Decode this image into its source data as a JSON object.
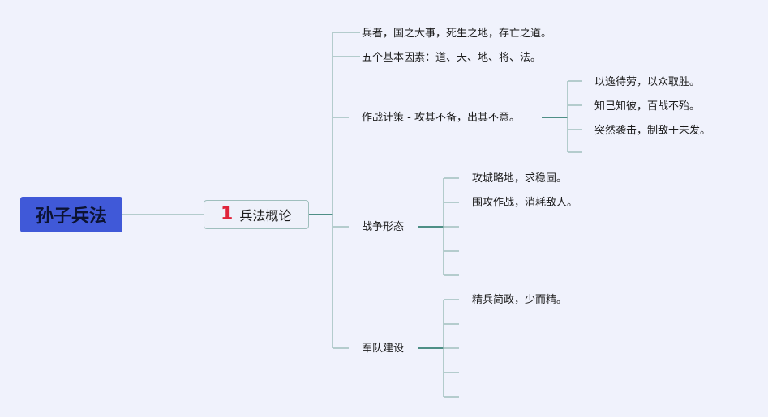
{
  "root": {
    "title": "孙子兵法"
  },
  "topic": {
    "number": "1",
    "title": "兵法概论"
  },
  "branches": [
    {
      "label": "兵者，国之大事，死生之地，存亡之道。"
    },
    {
      "label": "五个基本因素：道、天、地、将、法。"
    },
    {
      "label": "作战计策 - 攻其不备，出其不意。",
      "children": [
        "以逸待劳，以众取胜。",
        "知己知彼，百战不殆。",
        "突然袭击，制敌于未发。",
        ""
      ]
    },
    {
      "label": "战争形态",
      "children": [
        "攻城略地，求稳固。",
        "围攻作战，消耗敌人。",
        "",
        "",
        ""
      ]
    },
    {
      "label": "军队建设",
      "children": [
        "精兵简政，少而精。",
        "",
        "",
        "",
        ""
      ]
    }
  ],
  "colors": {
    "line": "#9fbfbd",
    "connector": "#4e8f86",
    "root_bg": "#4059d8",
    "number": "#e0243a"
  }
}
